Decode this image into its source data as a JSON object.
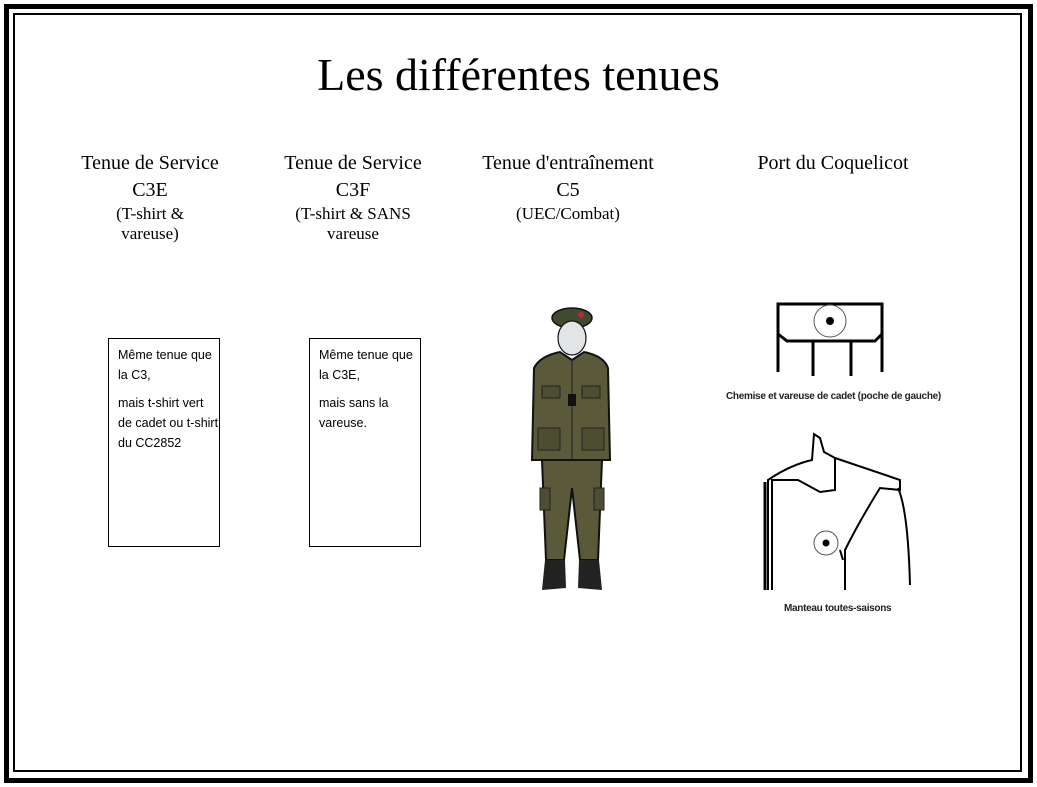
{
  "title": "Les différentes tenues",
  "columns": [
    {
      "name": "Tenue de Service",
      "code": "C3E",
      "detail": "(T-shirt & vareuse)"
    },
    {
      "name": "Tenue de Service",
      "code": "C3F",
      "detail": "(T-shirt & SANS vareuse"
    },
    {
      "name": "Tenue d'entraînement",
      "code": "C5",
      "detail": "(UEC/Combat)"
    },
    {
      "name": "Port du Coquelicot"
    }
  ],
  "notes": [
    {
      "p1": "Même tenue que la C3,",
      "p2": "mais t-shirt vert de cadet ou t-shirt du CC2852"
    },
    {
      "p1": "Même tenue que la C3E,",
      "p2": "mais sans la vareuse."
    }
  ],
  "poppy": {
    "caption_shirt": "Chemise et vareuse de cadet (poche de gauche)",
    "caption_coat": "Manteau toutes-saisons"
  },
  "colors": {
    "uniform": "#5a5a3a",
    "beret": "#3f4a30",
    "boots": "#222222"
  }
}
